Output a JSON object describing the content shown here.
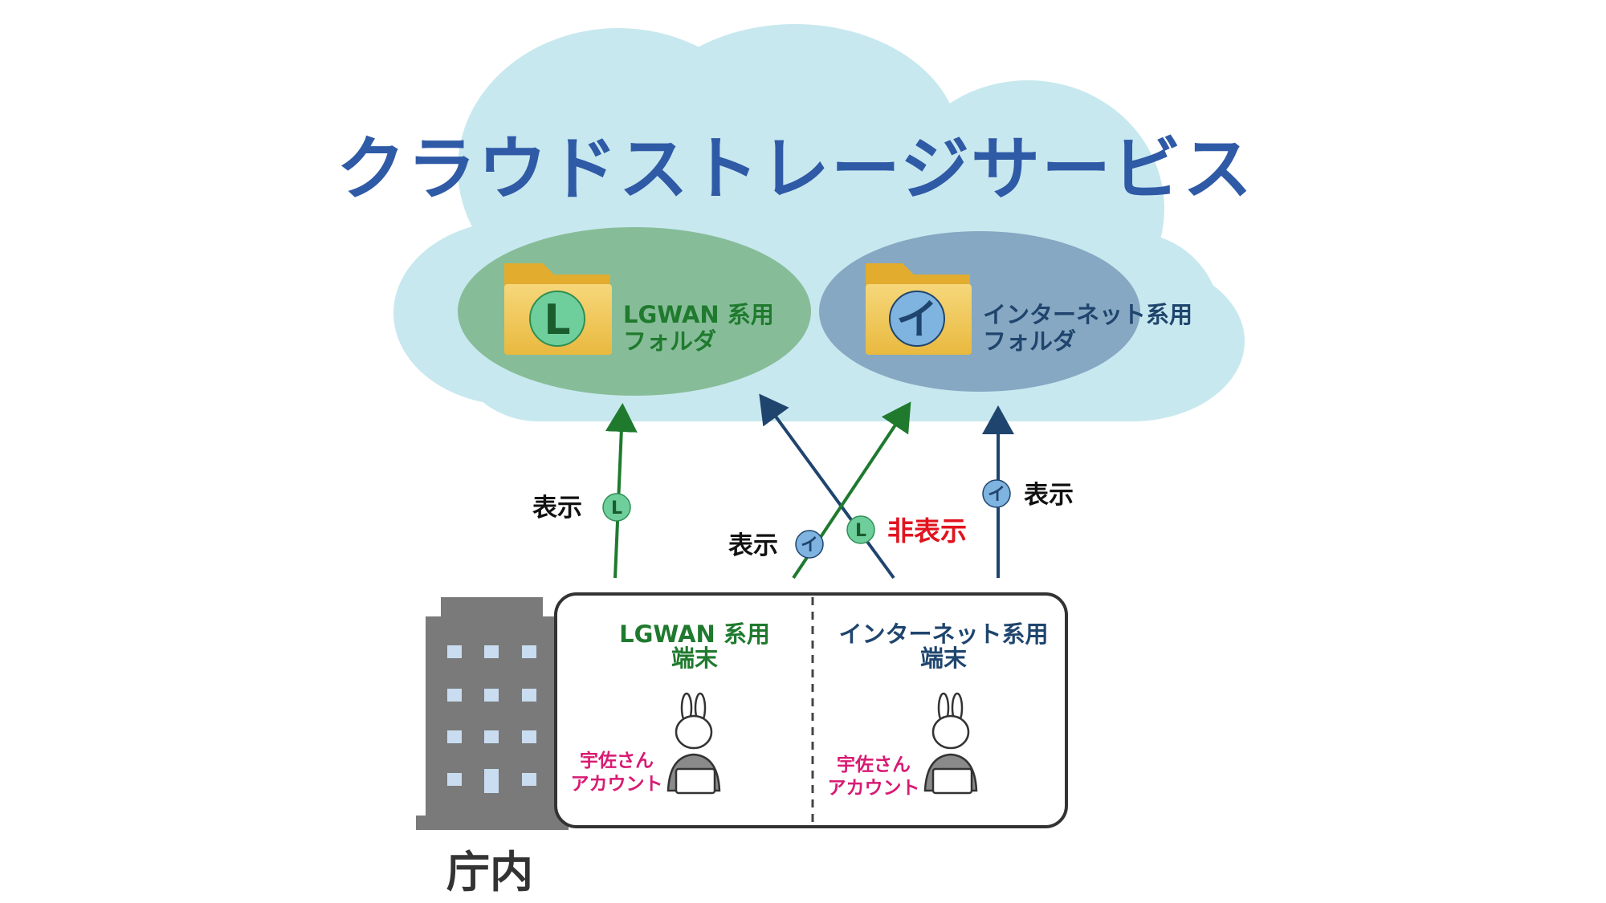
{
  "title": "クラウドストレージサービス",
  "folders": {
    "lgwan": {
      "badge": "L",
      "label_line1": "LGWAN 系用",
      "label_line2": "フォルダ"
    },
    "internet": {
      "badge": "イ",
      "label_line1": "インターネット系用",
      "label_line2": "フォルダ"
    }
  },
  "access": {
    "lgwan_to_lgwan": {
      "label": "表示",
      "badge": "L"
    },
    "internet_to_lgwan": {
      "label": "非表示",
      "badge": "L"
    },
    "lgwan_to_internet": {
      "label": "表示",
      "badge": "イ"
    },
    "internet_to_internet": {
      "label": "表示",
      "badge": "イ"
    }
  },
  "terminals": {
    "lgwan": {
      "line1": "LGWAN 系用",
      "line2": "端末",
      "account_line1": "宇佐さん",
      "account_line2": "アカウント"
    },
    "internet": {
      "line1": "インターネット系用",
      "line2": "端末",
      "account_line1": "宇佐さん",
      "account_line2": "アカウント"
    }
  },
  "office_label": "庁内",
  "colors": {
    "cloud": "#c8e8ef",
    "lgwan_ellipse": "#86bd98",
    "internet_ellipse": "#86a8c2",
    "lgwan_green": "#1f7a2e",
    "internet_navy": "#1f456e",
    "hidden_red": "#e0131e",
    "title_blue": "#2f5aa6",
    "account_pink": "#d81b73"
  }
}
